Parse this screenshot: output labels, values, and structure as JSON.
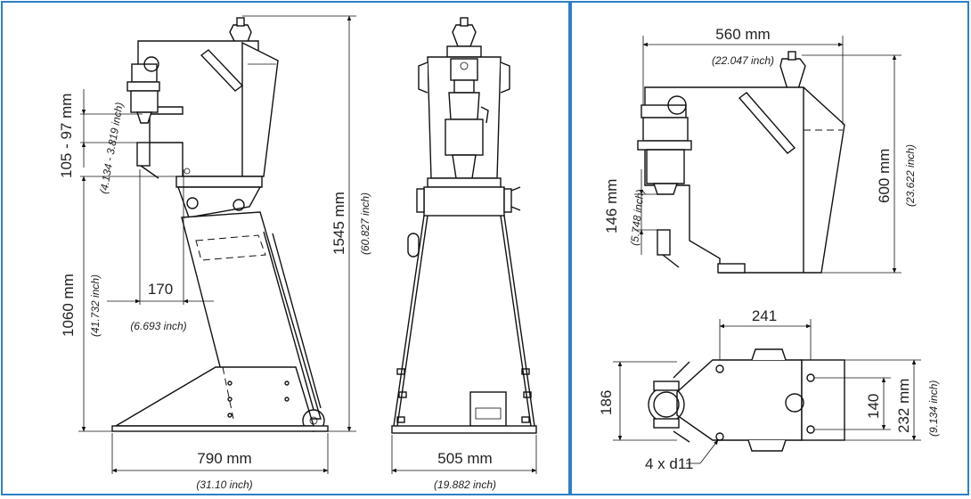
{
  "colors": {
    "frame": "#2f7fc7",
    "line": "#111111",
    "background": "#ffffff"
  },
  "side_view": {
    "throat_mm": "105 - 97 mm",
    "throat_inch": "(4.134 - 3.819 inch)",
    "base_height_mm": "1060 mm",
    "base_height_inch": "(41.732 inch)",
    "reach": "170",
    "reach_inch": "(6.693 inch)",
    "total_height_mm": "1545 mm",
    "total_height_inch": "(60.827 inch)",
    "depth_mm": "790 mm",
    "depth_inch": "(31.10 inch)"
  },
  "front_view": {
    "width_mm": "505 mm",
    "width_inch": "(19.882 inch)"
  },
  "head_view": {
    "width_mm": "560 mm",
    "width_inch": "(22.047 inch)",
    "height_mm": "600 mm",
    "height_inch": "(23.622 inch)",
    "throat_mm": "146 mm",
    "throat_inch": "(5.748 inch)"
  },
  "top_view": {
    "length": "241",
    "width": "186",
    "hole_spacing": "140",
    "plate_mm": "232 mm",
    "plate_inch": "(9.134 inch)",
    "holes": "4 x d11"
  }
}
